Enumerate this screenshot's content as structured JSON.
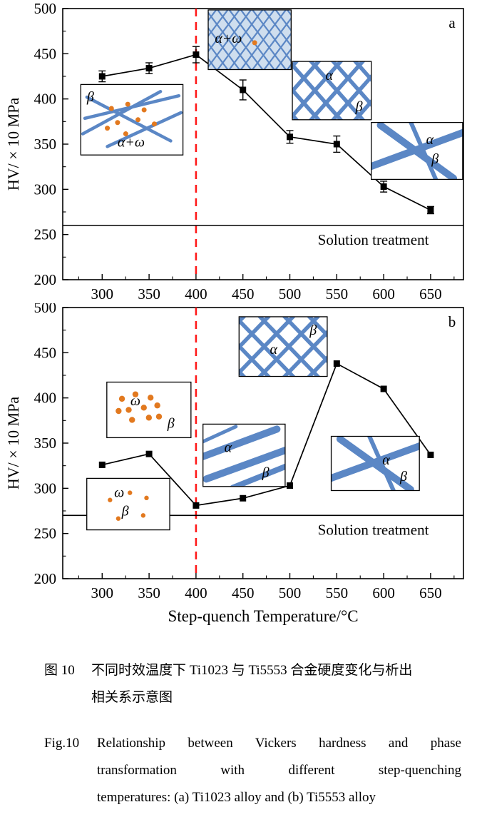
{
  "colors": {
    "blue": "#5b87c5",
    "inset_bg": "#cfdeee",
    "orange": "#e2791f",
    "dashed": "#ff1a1a",
    "axis": "#000000"
  },
  "chart_data": [
    {
      "type": "line",
      "panel_label": "a",
      "title": "(a) Ti1023 alloy",
      "x": [
        300,
        350,
        400,
        450,
        500,
        550,
        600,
        650
      ],
      "y": [
        425,
        434,
        449,
        410,
        358,
        350,
        303,
        277
      ],
      "yerr": [
        6,
        6,
        9,
        11,
        7,
        9,
        6,
        4
      ],
      "xlabel": "Step-quench Temperature/°C",
      "ylabel": "HV/ × 10 MPa",
      "xlim": [
        258,
        685
      ],
      "ylim": [
        200,
        500
      ],
      "xticks": [
        300,
        350,
        400,
        450,
        500,
        550,
        600,
        650
      ],
      "yticks": [
        200,
        250,
        300,
        350,
        400,
        450,
        500
      ],
      "grid": false,
      "marker": "square",
      "legend": null,
      "reference_line": {
        "y": 260,
        "label": "Solution treatment"
      },
      "dashed_line_x": 400,
      "insets": [
        {
          "x": 0.045,
          "y": 0.28,
          "w": 0.255,
          "h": 0.26,
          "pattern": "laths_dots",
          "labels": [
            {
              "t": "β",
              "fx": 0.06,
              "fy": 0.24
            },
            {
              "t": "α+ω",
              "fx": 0.36,
              "fy": 0.88
            }
          ]
        },
        {
          "x": 0.363,
          "y": 0.005,
          "w": 0.207,
          "h": 0.22,
          "pattern": "dense_crosshatch",
          "dot": [
            0.56,
            0.55
          ],
          "labels": [
            {
              "t": "α+ω",
              "fx": 0.08,
              "fy": 0.55
            }
          ]
        },
        {
          "x": 0.573,
          "y": 0.195,
          "w": 0.197,
          "h": 0.215,
          "pattern": "crosshatch",
          "labels": [
            {
              "t": "α",
              "fx": 0.42,
              "fy": 0.32
            },
            {
              "t": "β",
              "fx": 0.8,
              "fy": 0.85
            }
          ]
        },
        {
          "x": 0.77,
          "y": 0.42,
          "w": 0.228,
          "h": 0.21,
          "pattern": "thick_cross",
          "labels": [
            {
              "t": "α",
              "fx": 0.6,
              "fy": 0.38
            },
            {
              "t": "β",
              "fx": 0.66,
              "fy": 0.72
            }
          ]
        }
      ]
    },
    {
      "type": "line",
      "panel_label": "b",
      "title": "(b) Ti5553 alloy",
      "x": [
        300,
        350,
        400,
        450,
        500,
        550,
        600,
        650
      ],
      "y": [
        326,
        338,
        281,
        289,
        303,
        438,
        410,
        337
      ],
      "yerr": [
        0,
        0,
        0,
        0,
        0,
        0,
        0,
        0
      ],
      "xlabel": "Step-quench Temperature/°C",
      "ylabel": "HV/ × 10 MPa",
      "xlim": [
        258,
        685
      ],
      "ylim": [
        200,
        500
      ],
      "xticks": [
        300,
        350,
        400,
        450,
        500,
        550,
        600,
        650
      ],
      "yticks": [
        200,
        250,
        300,
        350,
        400,
        450,
        500
      ],
      "grid": false,
      "marker": "square",
      "legend": null,
      "reference_line": {
        "y": 270,
        "label": "Solution treatment"
      },
      "dashed_line_x": 400,
      "insets": [
        {
          "x": 0.11,
          "y": 0.275,
          "w": 0.21,
          "h": 0.205,
          "pattern": "dots",
          "labels": [
            {
              "t": "ω",
              "fx": 0.28,
              "fy": 0.42
            },
            {
              "t": "β",
              "fx": 0.72,
              "fy": 0.82
            }
          ]
        },
        {
          "x": 0.06,
          "y": 0.63,
          "w": 0.207,
          "h": 0.19,
          "pattern": "dots_few",
          "labels": [
            {
              "t": "ω",
              "fx": 0.33,
              "fy": 0.36
            },
            {
              "t": "β",
              "fx": 0.42,
              "fy": 0.72
            }
          ]
        },
        {
          "x": 0.44,
          "y": 0.034,
          "w": 0.22,
          "h": 0.22,
          "pattern": "crosshatch",
          "labels": [
            {
              "t": "α",
              "fx": 0.35,
              "fy": 0.62
            },
            {
              "t": "β",
              "fx": 0.8,
              "fy": 0.3
            }
          ]
        },
        {
          "x": 0.35,
          "y": 0.43,
          "w": 0.205,
          "h": 0.23,
          "pattern": "laths",
          "labels": [
            {
              "t": "α",
              "fx": 0.26,
              "fy": 0.45
            },
            {
              "t": "β",
              "fx": 0.72,
              "fy": 0.85
            }
          ]
        },
        {
          "x": 0.67,
          "y": 0.475,
          "w": 0.22,
          "h": 0.2,
          "pattern": "thick_cross",
          "labels": [
            {
              "t": "α",
              "fx": 0.58,
              "fy": 0.52
            },
            {
              "t": "β",
              "fx": 0.78,
              "fy": 0.82
            }
          ]
        }
      ]
    }
  ],
  "captions": {
    "cn": {
      "tag": "图 10",
      "lines": [
        "不同时效温度下 Ti1023 与 Ti5553 合金硬度变化与析出",
        "相关系示意图"
      ]
    },
    "en": {
      "tag": "Fig.10",
      "lines": [
        "Relationship between Vickers hardness and phase",
        "transformation with different step-quenching",
        "temperatures: (a) Ti1023 alloy and (b) Ti5553 alloy"
      ]
    }
  }
}
